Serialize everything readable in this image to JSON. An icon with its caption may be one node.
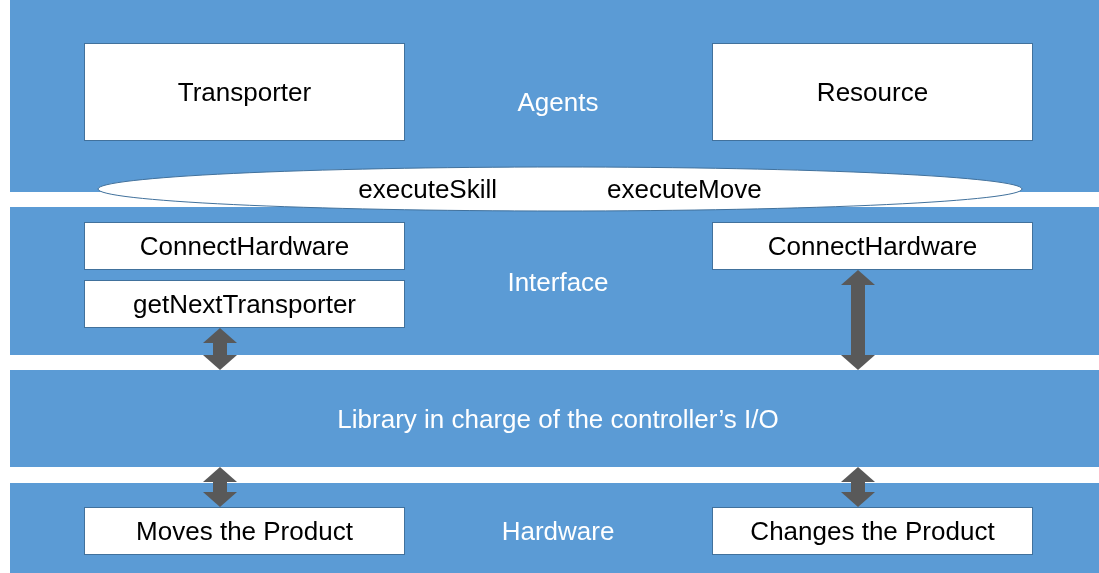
{
  "diagram": {
    "nodes": [
      {
        "text": [
          "Agents"
        ]
      },
      {
        "text": [
          "Transporter"
        ],
        "in": 0
      },
      {
        "text": [
          "Resource"
        ],
        "in": 0
      },
      {
        "text": [
          "executeSkill",
          "executeMove"
        ]
      },
      {
        "text": [
          "Interface"
        ]
      },
      {
        "text": [
          "ConnectHardware"
        ],
        "in": 4
      },
      {
        "text": [
          "getNextTransporter"
        ],
        "in": 4
      },
      {
        "text": [
          "ConnectHardware"
        ],
        "in": 4
      },
      {
        "text": [
          "Library in charge of the controller’s I/O"
        ]
      },
      {
        "text": [
          "Hardware"
        ]
      },
      {
        "text": [
          "Moves the Product"
        ],
        "in": 9
      },
      {
        "text": [
          "Changes the Product"
        ],
        "in": 9
      }
    ],
    "edges": [
      {
        "from": 6,
        "to": 8,
        "arrow": "both"
      },
      {
        "from": 7,
        "to": 8,
        "arrow": "both"
      },
      {
        "from": 8,
        "to": 10,
        "arrow": "both"
      },
      {
        "from": 8,
        "to": 11,
        "arrow": "both"
      }
    ]
  }
}
